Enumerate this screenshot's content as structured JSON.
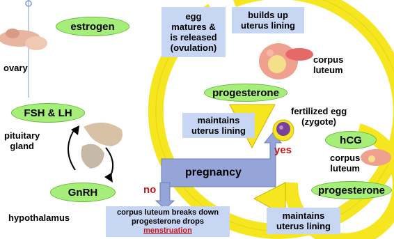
{
  "labels": {
    "estrogen": "estrogen",
    "egg_line1": "egg",
    "egg_line2": "matures &",
    "egg_line3": "is released",
    "egg_line4": "(ovulation)",
    "builds_line1": "builds up",
    "builds_line2": "uterus lining",
    "ovary": "ovary",
    "corpus_luteum_top_1": "corpus",
    "corpus_luteum_top_2": "luteum",
    "progesterone_top": "progesterone",
    "maintains_top_1": "maintains",
    "maintains_top_2": "uterus lining",
    "fertilized_1": "fertilized egg",
    "fertilized_2": "(zygote)",
    "fsh_lh": "FSH & LH",
    "pituitary_1": "pituitary",
    "pituitary_2": "gland",
    "hcg": "hCG",
    "corpus_luteum_right_1": "corpus",
    "corpus_luteum_right_2": "luteum",
    "yes": "yes",
    "pregnancy": "pregnancy",
    "gnrh": "GnRH",
    "no": "no",
    "progesterone_right": "progesterone",
    "hypothalamus": "hypothalamus",
    "breakdown_1": "corpus luteum breaks down",
    "breakdown_2": "progesterone drops",
    "menstruation": "menstruation",
    "maintains_bottom_1": "maintains",
    "maintains_bottom_2": "uterus lining"
  },
  "colors": {
    "cycle_arrow": "#f5e61f",
    "cycle_edge": "#c9b400",
    "hormone_pill": "#a6ee7a",
    "info_box": "#c7d6f3",
    "pregnancy_arrow": "#95a5d8",
    "emphasis_red": "#c4171c"
  },
  "icons": [
    "ovary-icon",
    "corpus-luteum-icon",
    "pituitary-gland-icon",
    "zygote-icon"
  ]
}
